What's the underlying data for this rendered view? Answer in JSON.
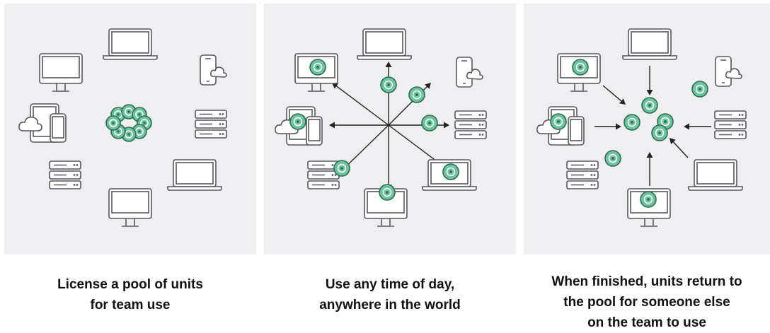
{
  "colors": {
    "panel_bg": "#efeff1",
    "unit_fill": "#6cc3a0",
    "unit_stroke": "#2e6b52",
    "device_stroke": "#55585c",
    "arrow": "#222222"
  },
  "panels": [
    {
      "caption_lines": [
        "License a pool of units",
        "for team use"
      ]
    },
    {
      "caption_lines": [
        "Use any time of day,",
        "anywhere in the world"
      ]
    },
    {
      "caption_lines": [
        "When finished, units return to",
        "the pool for someone else",
        "on the team to use"
      ]
    }
  ]
}
